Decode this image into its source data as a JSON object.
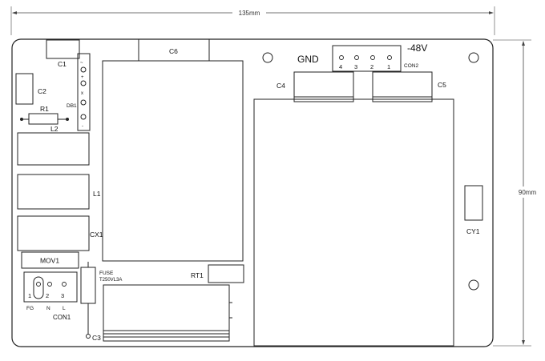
{
  "dimensions": {
    "width_label": "135mm",
    "height_label": "90mm"
  },
  "labels": {
    "c1": "C1",
    "c2": "C2",
    "r1": "R1",
    "l2": "L2",
    "db1": "DB1",
    "c6": "C6",
    "gnd": "GND",
    "v48": "-48V",
    "con2": "CON2",
    "c4": "C4",
    "c5": "C5",
    "l1": "L1",
    "cx1": "CX1",
    "cy1": "CY1",
    "mov1": "MOV1",
    "fuse": "FUSE",
    "fuse_part": "T250VL3A",
    "rt1": "RT1",
    "con1": "CON1",
    "c3": "C3"
  },
  "con2_pins": [
    "4",
    "3",
    "2",
    "1"
  ],
  "con1_pins": [
    "1",
    "2",
    "3"
  ],
  "con1_signals": [
    "FG",
    "N",
    "L"
  ],
  "db1_marks": [
    "~",
    "+",
    "x",
    "-"
  ]
}
